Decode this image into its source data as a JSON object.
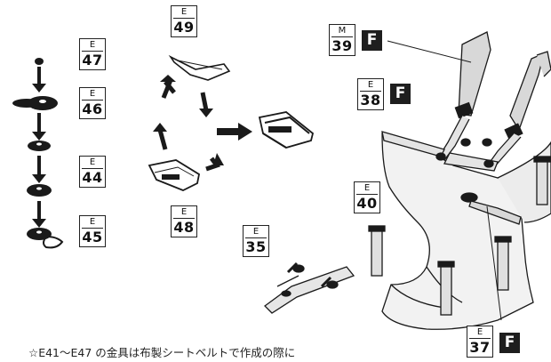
{
  "labels": {
    "l47": {
      "kit": "E",
      "num": "47"
    },
    "l46": {
      "kit": "E",
      "num": "46"
    },
    "l44": {
      "kit": "E",
      "num": "44"
    },
    "l45": {
      "kit": "E",
      "num": "45"
    },
    "l49": {
      "kit": "E",
      "num": "49"
    },
    "l48": {
      "kit": "E",
      "num": "48"
    },
    "l39": {
      "kit": "M",
      "num": "39"
    },
    "l38": {
      "kit": "E",
      "num": "38"
    },
    "l40": {
      "kit": "E",
      "num": "40"
    },
    "l35": {
      "kit": "E",
      "num": "35"
    },
    "l37": {
      "kit": "E",
      "num": "37"
    }
  },
  "badge_text": "F",
  "note": "☆E41～E47 の金具は布製シートベルトで作成の際に"
}
